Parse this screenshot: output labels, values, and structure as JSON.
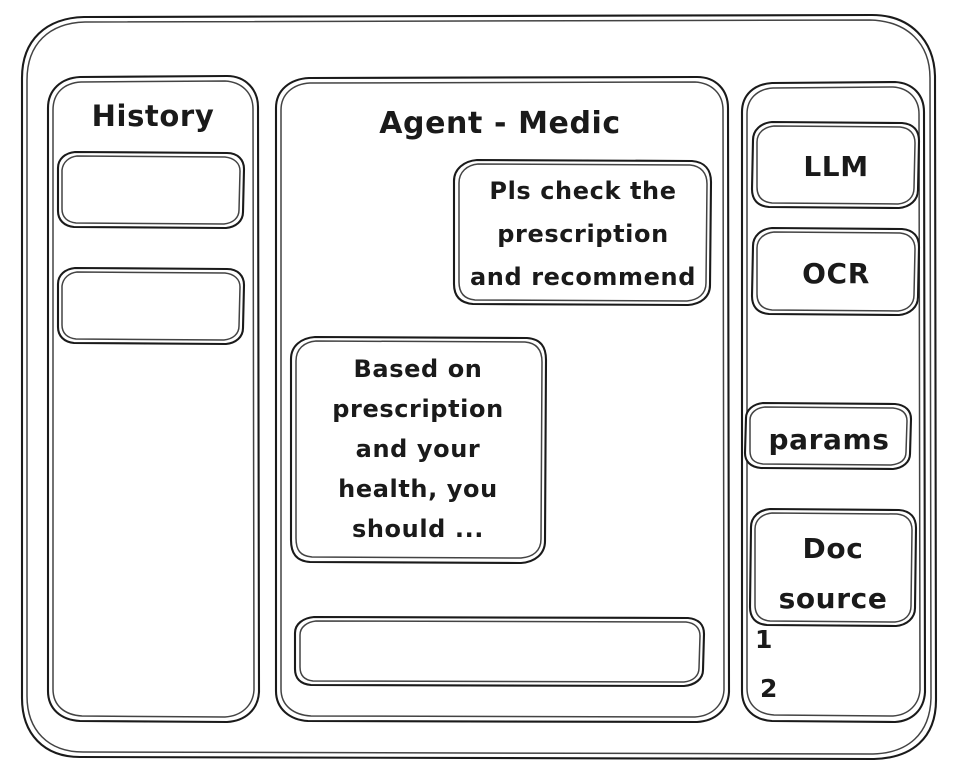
{
  "window": {
    "style": "hand-drawn-wireframe",
    "stroke_color": "#1a1a1a",
    "background_color": "#ffffff"
  },
  "sidebar_left": {
    "heading": "History",
    "items": [
      {
        "label": "",
        "name": "history-item-1"
      },
      {
        "label": "",
        "name": "history-item-2"
      }
    ]
  },
  "main": {
    "title": "Agent - Medic",
    "messages": [
      {
        "role": "user",
        "align": "right",
        "text": "Pls check the prescription and recommend",
        "lines": [
          "Pls check the",
          "prescription",
          "and recommend"
        ]
      },
      {
        "role": "assistant",
        "align": "left",
        "text": "Based on prescription and your health, you should ...",
        "lines": [
          "Based on",
          "prescription",
          "and your",
          "health, you",
          "should ..."
        ]
      }
    ],
    "composer": {
      "value": "",
      "placeholder": ""
    }
  },
  "sidebar_right": {
    "tools": [
      {
        "label": "LLM",
        "name": "tool-llm"
      },
      {
        "label": "OCR",
        "name": "tool-ocr"
      }
    ],
    "settings": [
      {
        "label": "params",
        "name": "tool-params"
      }
    ],
    "doc_source": {
      "label": "Doc source",
      "lines": [
        "Doc",
        "source"
      ],
      "references": [
        "1",
        "2"
      ]
    }
  }
}
